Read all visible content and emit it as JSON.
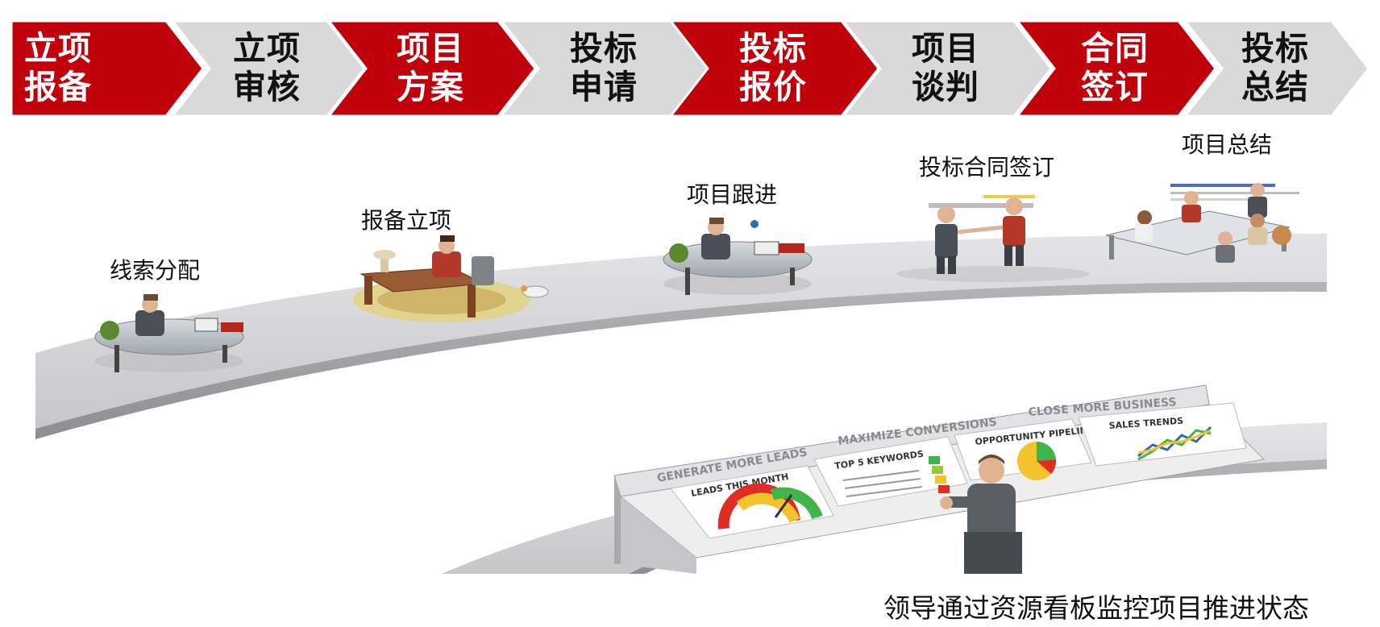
{
  "steps": [
    {
      "label": "立项\n报备",
      "style": "red"
    },
    {
      "label": "立项\n审核",
      "style": "gray"
    },
    {
      "label": "项目\n方案",
      "style": "red"
    },
    {
      "label": "投标\n申请",
      "style": "gray"
    },
    {
      "label": "投标\n报价",
      "style": "red"
    },
    {
      "label": "项目\n谈判",
      "style": "gray"
    },
    {
      "label": "合同\n签订",
      "style": "red"
    },
    {
      "label": "投标\n总结",
      "style": "gray"
    }
  ],
  "stages": {
    "clue_assign": "线索分配",
    "report_project": "报备立项",
    "project_followup": "项目跟进",
    "bid_contract": "投标合同签订",
    "project_summary": "项目总结"
  },
  "dashboard": {
    "headers": [
      "GENERATE MORE LEADS",
      "MAXIMIZE CONVERSIONS",
      "CLOSE MORE BUSINESS"
    ],
    "panels": [
      "LEADS THIS MONTH",
      "TOP 5 KEYWORDS",
      "OPPORTUNITY PIPELINE",
      "SALES TRENDS"
    ]
  },
  "footer_text": "领导通过资源看板监控项目推进状态",
  "colors": {
    "red": "#c0000b",
    "gray": "#d9d9d9",
    "road": "#d4d4d6"
  }
}
